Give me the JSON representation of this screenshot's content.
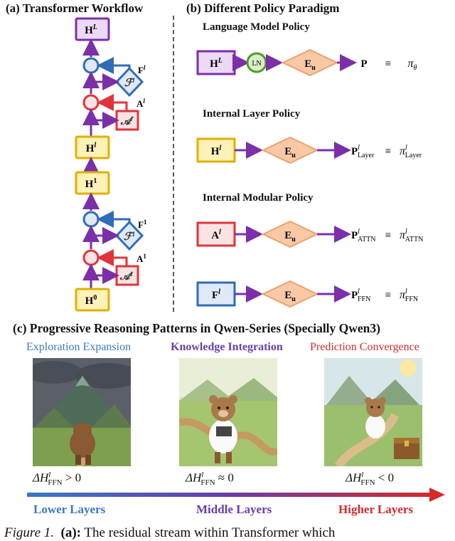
{
  "panel_a": {
    "title": "(a) Transformer Workflow",
    "nodes": {
      "h_top": "H",
      "h_top_sup": "L",
      "f_top": "F",
      "f_top_sup": "l",
      "a_top": "A",
      "a_top_sup": "l",
      "h_l": "H",
      "h_l_sup": "l",
      "h_1": "H",
      "h_1_sup": "1",
      "f_1": "F",
      "f_1_sup": "1",
      "a_1": "A",
      "a_1_sup": "1",
      "h_0": "H",
      "h_0_sup": "0"
    }
  },
  "panel_b": {
    "title": "(b) Different Policy Paradigm",
    "sections": [
      {
        "title": "Language Model Policy",
        "input": "H",
        "input_sup": "L",
        "ln": "LN",
        "unembed": "E",
        "unembed_sub": "u",
        "output": "P",
        "equiv": "≡",
        "policy": "π",
        "policy_sub": "θ"
      },
      {
        "title": "Internal Layer Policy",
        "input": "H",
        "input_sup": "l",
        "unembed": "E",
        "unembed_sub": "u",
        "output": "P",
        "output_sup": "l",
        "output_sub": "Layer",
        "equiv": "≡",
        "policy": "π",
        "policy_sup": "l",
        "policy_sub": "Layer"
      },
      {
        "title": "Internal Modular Policy",
        "input": "A",
        "input_sup": "l",
        "unembed": "E",
        "unembed_sub": "u",
        "output": "P",
        "output_sup": "l",
        "output_sub": "ATTN",
        "equiv": "≡",
        "policy": "π",
        "policy_sup": "l",
        "policy_sub": "ATTN"
      },
      {
        "input": "F",
        "input_sup": "l",
        "unembed": "E",
        "unembed_sub": "u",
        "output": "P",
        "output_sup": "l",
        "output_sub": "FFN",
        "equiv": "≡",
        "policy": "π",
        "policy_sup": "l",
        "policy_sub": "FFN"
      }
    ]
  },
  "panel_c": {
    "title": "(c) Progressive Reasoning Patterns in Qwen-Series (Specially Qwen3)",
    "phases": [
      {
        "label": "Exploration Expansion",
        "formula_pre": "ΔH",
        "formula_sup": "l",
        "formula_sub": "FFN",
        "formula_post": " > 0",
        "layer": "Lower Layers",
        "color": "#3a78c2"
      },
      {
        "label": "Knowledge Integration",
        "formula_pre": "ΔH",
        "formula_sup": "l",
        "formula_sub": "FFN",
        "formula_post": " ≈ 0",
        "layer": "Middle Layers",
        "color": "#6a3da8"
      },
      {
        "label": "Prediction Convergence",
        "formula_pre": "ΔH",
        "formula_sup": "l",
        "formula_sub": "FFN",
        "formula_post": " < 0",
        "layer": "Higher Layers",
        "color": "#d42a2a"
      }
    ]
  },
  "caption": {
    "prefix": "Figure 1.",
    "bold": "(a):",
    "text": " The residual stream within Transformer which"
  },
  "colors": {
    "purple": "#7b2fa8",
    "gold": "#e0b000",
    "gold_fill": "#fff2b8",
    "blue": "#2f6db5",
    "blue_fill": "#dfe9f7",
    "red": "#e0343c",
    "red_fill": "#fbe3e3",
    "orange_fill": "#f9c9a6",
    "orange_stroke": "#eea06e",
    "ln_green": "#4f9a2e"
  }
}
